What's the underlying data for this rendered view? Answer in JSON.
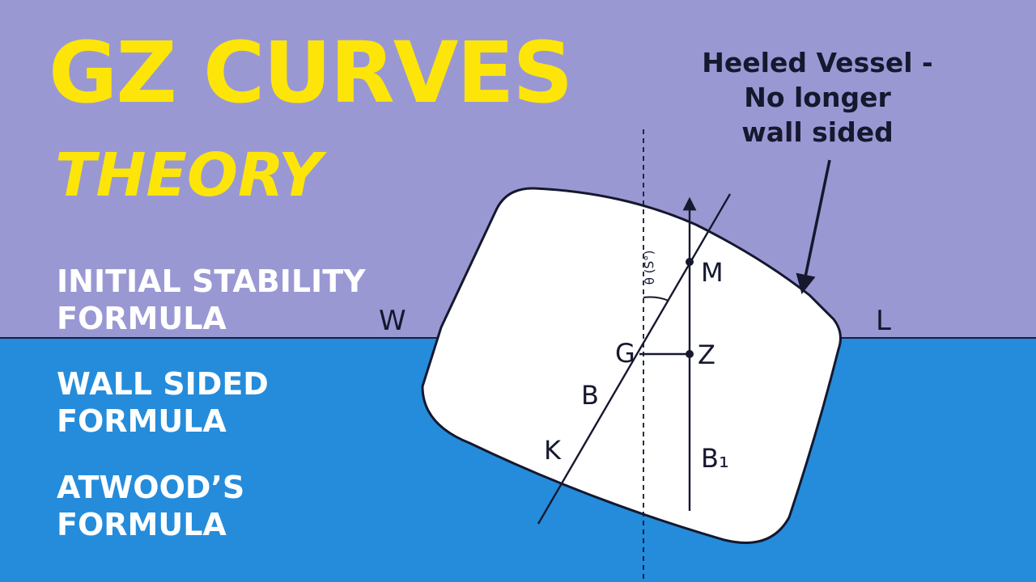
{
  "title": "GZ CURVES",
  "subtitle": "THEORY",
  "formulas": [
    {
      "line1": "INITIAL STABILITY",
      "line2": "FORMULA"
    },
    {
      "line1": "WALL SIDED",
      "line2": "FORMULA"
    },
    {
      "line1": "ATWOOD’S",
      "line2": "FORMULA"
    }
  ],
  "annotation": {
    "line1": "Heeled Vessel -",
    "line2": "No longer",
    "line3": "wall sided"
  },
  "labels": {
    "W": "W",
    "L": "L",
    "M": "M",
    "G": "G",
    "Z": "Z",
    "B": "B",
    "K": "K",
    "B1": "B₁",
    "angle_text": "θ (S°)"
  },
  "colors": {
    "sky": "#9a98d3",
    "sea": "#248cdb",
    "title": "#fde509",
    "formula_text": "#ffffff",
    "hull": "#ffffff",
    "ink": "#15182e"
  }
}
